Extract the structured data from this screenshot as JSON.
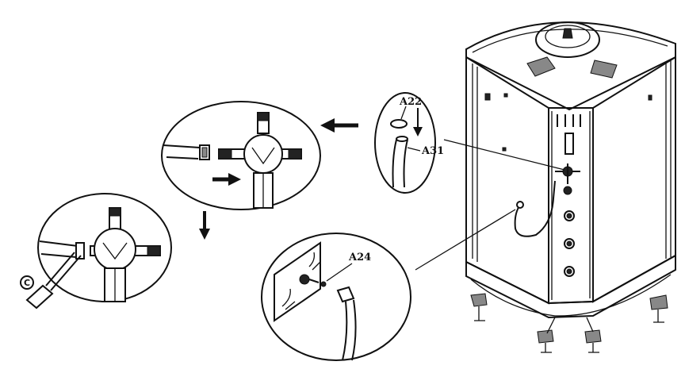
{
  "labels": {
    "part_a22": "A22",
    "part_a31": "A31",
    "part_a24": "A24",
    "marker_c": "C"
  },
  "icons": {
    "arrow_left": "arrow-left-icon",
    "arrow_right": "arrow-right-icon",
    "arrow_down": "arrow-down-icon"
  },
  "colors": {
    "line": "#111111",
    "background": "#ffffff"
  }
}
